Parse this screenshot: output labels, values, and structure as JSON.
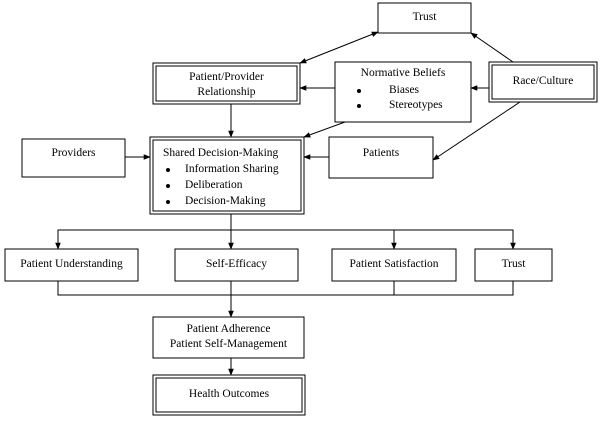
{
  "nodes": {
    "trust_top": {
      "label": "Trust"
    },
    "patient_provider": {
      "line1": "Patient/Provider",
      "line2": "Relationship"
    },
    "normative_beliefs": {
      "title": "Normative Beliefs",
      "items": [
        "Biases",
        "Stereotypes"
      ]
    },
    "race_culture": {
      "label": "Race/Culture"
    },
    "providers": {
      "label": "Providers"
    },
    "shared_decision": {
      "title": "Shared Decision-Making",
      "items": [
        "Information Sharing",
        "Deliberation",
        "Decision-Making"
      ]
    },
    "patients": {
      "label": "Patients"
    },
    "patient_understanding": {
      "label": "Patient Understanding"
    },
    "self_efficacy": {
      "label": "Self-Efficacy"
    },
    "patient_satisfaction": {
      "label": "Patient Satisfaction"
    },
    "trust_bottom": {
      "label": "Trust"
    },
    "adherence": {
      "line1": "Patient Adherence",
      "line2": "Patient Self-Management"
    },
    "health_outcomes": {
      "label": "Health Outcomes"
    }
  }
}
